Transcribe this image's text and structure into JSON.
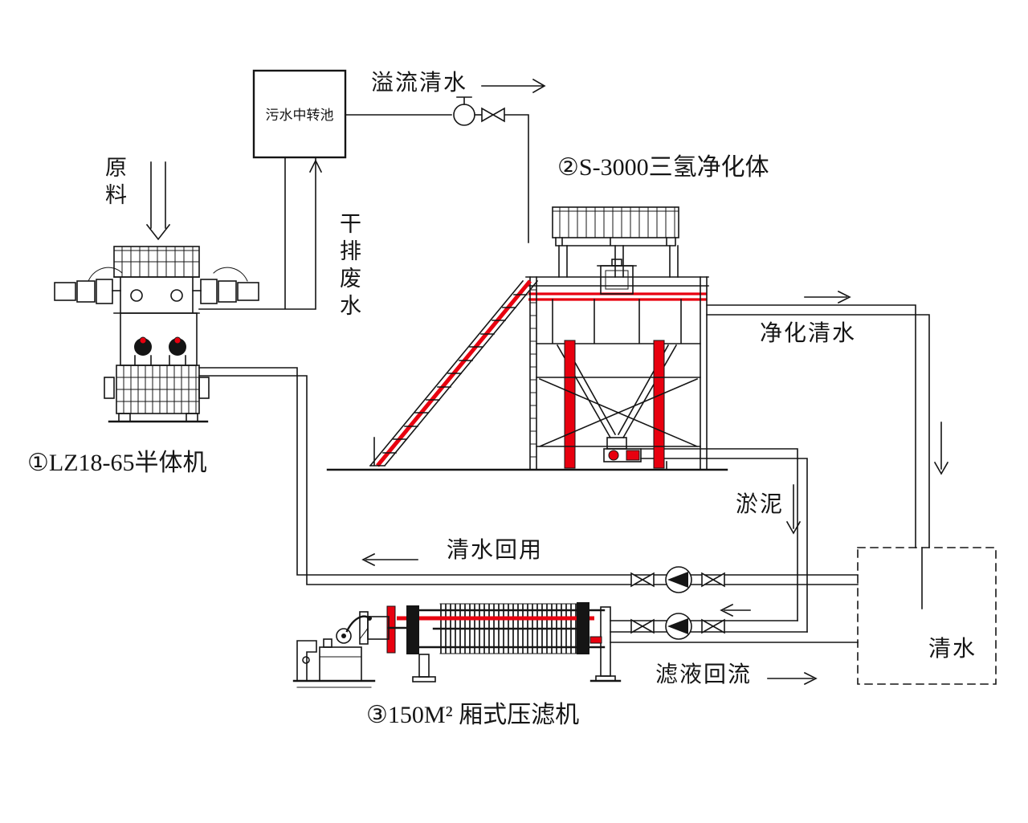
{
  "diagram": {
    "labels": {
      "raw_material": "原料",
      "sewage_tank": "污水中转池",
      "overflow": "溢流清水",
      "dry_waste": "干排废水",
      "purifier": "②S-3000三氢净化体",
      "purified_water": "净化清水",
      "machine1": "①LZ18-65半体机",
      "sludge": "淤泥",
      "water_reuse": "清水回用",
      "filter_press": "③150M² 厢式压滤机",
      "filtrate_return": "滤液回流",
      "clear_water": "清水"
    },
    "colors": {
      "ink": "#151515",
      "red": "#e8000f",
      "background": "#ffffff"
    }
  }
}
